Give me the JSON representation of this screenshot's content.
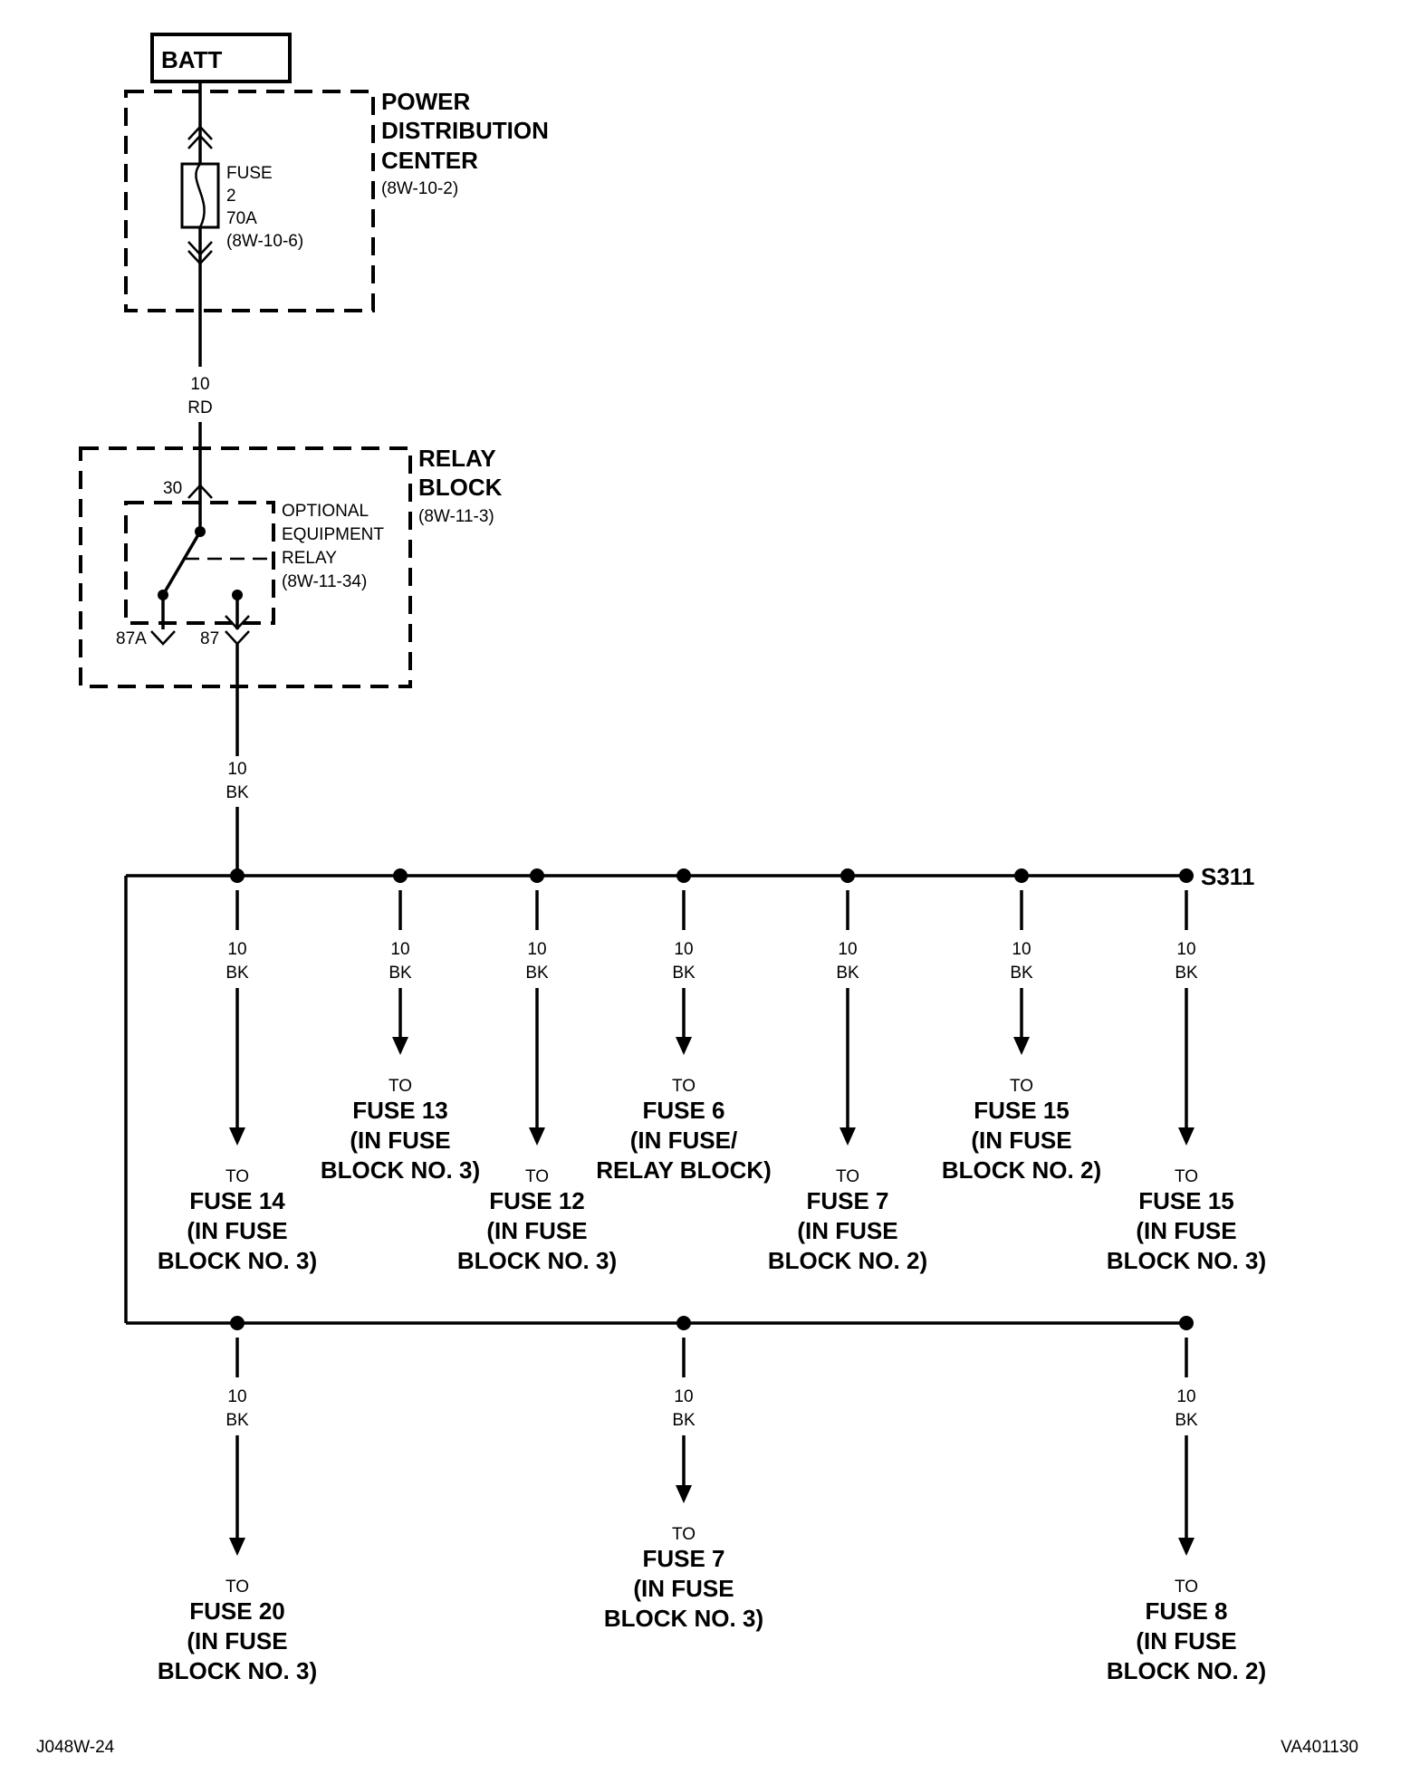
{
  "battery": {
    "label": "BATT"
  },
  "power_distribution_center": {
    "title_lines": [
      "POWER",
      "DISTRIBUTION",
      "CENTER"
    ],
    "ref": "(8W-10-2)",
    "fuse": {
      "line1": "FUSE",
      "line2": "2",
      "line3": "70A",
      "line4": "(8W-10-6)"
    }
  },
  "wire_feed": {
    "gauge": "10",
    "color": "RD"
  },
  "relay_block": {
    "title_lines": [
      "RELAY",
      "BLOCK"
    ],
    "ref": "(8W-11-3)",
    "relay": {
      "lines": [
        "OPTIONAL",
        "EQUIPMENT",
        "RELAY",
        "(8W-11-34)"
      ]
    },
    "pins": {
      "p30": "30",
      "p87a": "87A",
      "p87": "87"
    }
  },
  "wire_relay_out": {
    "gauge": "10",
    "color": "BK"
  },
  "splice": {
    "label": "S311"
  },
  "row1_branches": [
    {
      "gauge": "10",
      "color": "BK",
      "to": "TO",
      "lines": [
        "FUSE 14",
        "(IN FUSE",
        "BLOCK NO. 3)"
      ]
    },
    {
      "gauge": "10",
      "color": "BK",
      "to": "TO",
      "lines": [
        "FUSE 13",
        "(IN FUSE",
        "BLOCK NO. 3)"
      ]
    },
    {
      "gauge": "10",
      "color": "BK",
      "to": "TO",
      "lines": [
        "FUSE 12",
        "(IN FUSE",
        "BLOCK NO. 3)"
      ]
    },
    {
      "gauge": "10",
      "color": "BK",
      "to": "TO",
      "lines": [
        "FUSE 6",
        "(IN FUSE/",
        "RELAY BLOCK)"
      ]
    },
    {
      "gauge": "10",
      "color": "BK",
      "to": "TO",
      "lines": [
        "FUSE 7",
        "(IN FUSE",
        "BLOCK NO. 2)"
      ]
    },
    {
      "gauge": "10",
      "color": "BK",
      "to": "TO",
      "lines": [
        "FUSE 15",
        "(IN FUSE",
        "BLOCK NO. 2)"
      ]
    },
    {
      "gauge": "10",
      "color": "BK",
      "to": "TO",
      "lines": [
        "FUSE 15",
        "(IN FUSE",
        "BLOCK NO. 3)"
      ]
    }
  ],
  "row2_branches": [
    {
      "gauge": "10",
      "color": "BK",
      "to": "TO",
      "lines": [
        "FUSE 20",
        "(IN FUSE",
        "BLOCK NO. 3)"
      ]
    },
    {
      "gauge": "10",
      "color": "BK",
      "to": "TO",
      "lines": [
        "FUSE 7",
        "(IN FUSE",
        "BLOCK NO. 3)"
      ]
    },
    {
      "gauge": "10",
      "color": "BK",
      "to": "TO",
      "lines": [
        "FUSE 8",
        "(IN FUSE",
        "BLOCK NO. 2)"
      ]
    }
  ],
  "footer": {
    "left": "J048W-24",
    "right": "VA401130"
  }
}
